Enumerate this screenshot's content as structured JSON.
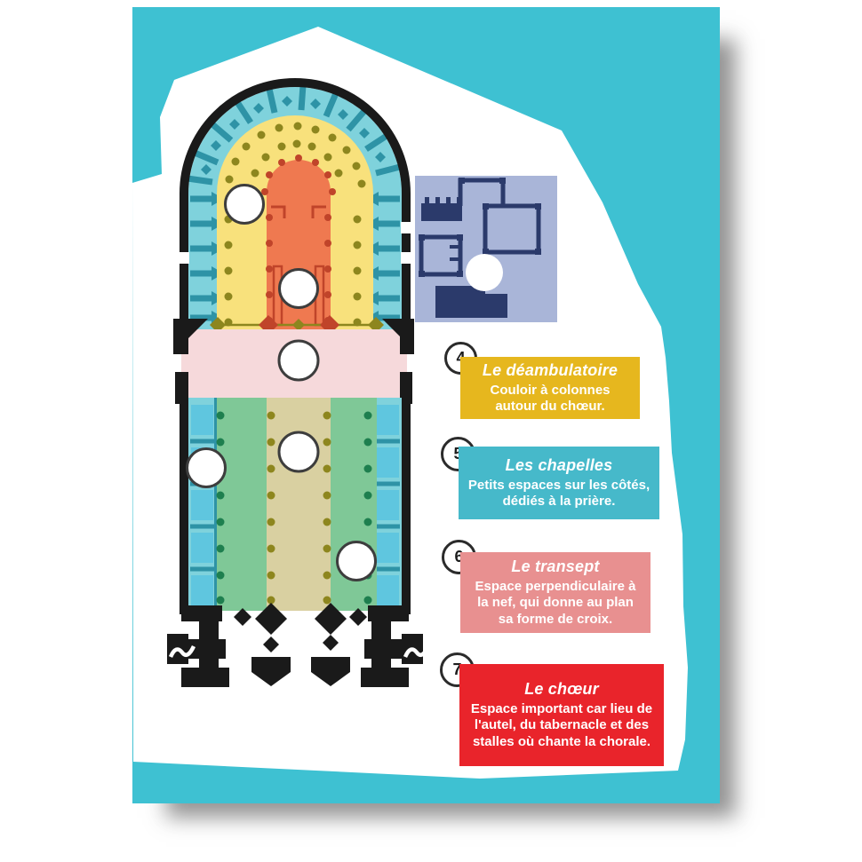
{
  "poster": {
    "palette": {
      "card_teal": "#3EC1D2",
      "torn_paper_white": "#FFFFFF",
      "plan_wall_black": "#1A1A1A",
      "plan_chapel_teal": "#7FD2DC",
      "plan_chapel_dark_teal": "#2E93A6",
      "plan_chapel_square_blue": "#5FC6DF",
      "plan_ambulatory_yellow": "#F8E17C",
      "plan_column_olive": "#8D861E",
      "plan_choir_orange": "#EF7950",
      "plan_choir_dark_red": "#C0442A",
      "plan_transept_pink": "#F6D9DB",
      "plan_aisle_green": "#7FC897",
      "plan_aisle_dark_green": "#1E7F4F",
      "plan_nave_tan": "#D9D0A1",
      "annex_inset_blue": "#A9B5D8",
      "annex_inset_navy": "#2B3A6B"
    },
    "legend": {
      "items": [
        {
          "number": "4",
          "title": "Le déambulatoire",
          "description": "Couloir à colonnes autour du chœur.",
          "color": "#E6B71E"
        },
        {
          "number": "5",
          "title": "Les chapelles",
          "description": "Petits espaces sur les côtés, dédiés à la prière.",
          "color": "#46B9CA"
        },
        {
          "number": "6",
          "title": "Le transept",
          "description": "Espace perpendiculaire à la nef, qui donne au plan sa forme de croix.",
          "color": "#E89090"
        },
        {
          "number": "7",
          "title": "Le chœur",
          "description": "Espace important car lieu de l'autel, du tabernacle et des stalles où chante la chorale.",
          "color": "#E9242B"
        }
      ]
    }
  }
}
